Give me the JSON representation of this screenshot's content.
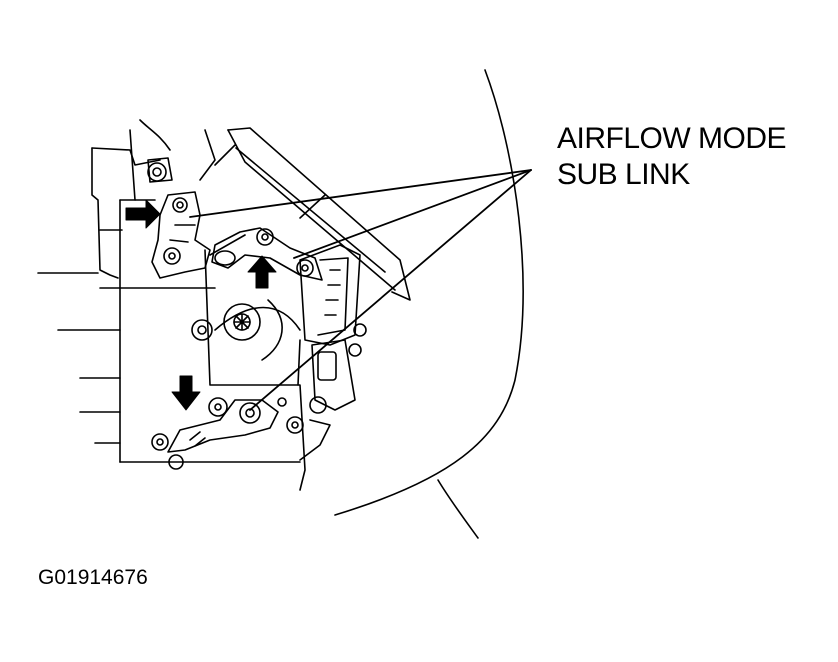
{
  "callout": {
    "line1": "AIRFLOW MODE",
    "line2": "SUB LINK"
  },
  "figure_id": "G01914676",
  "colors": {
    "ink": "#000000",
    "paper": "#ffffff"
  }
}
